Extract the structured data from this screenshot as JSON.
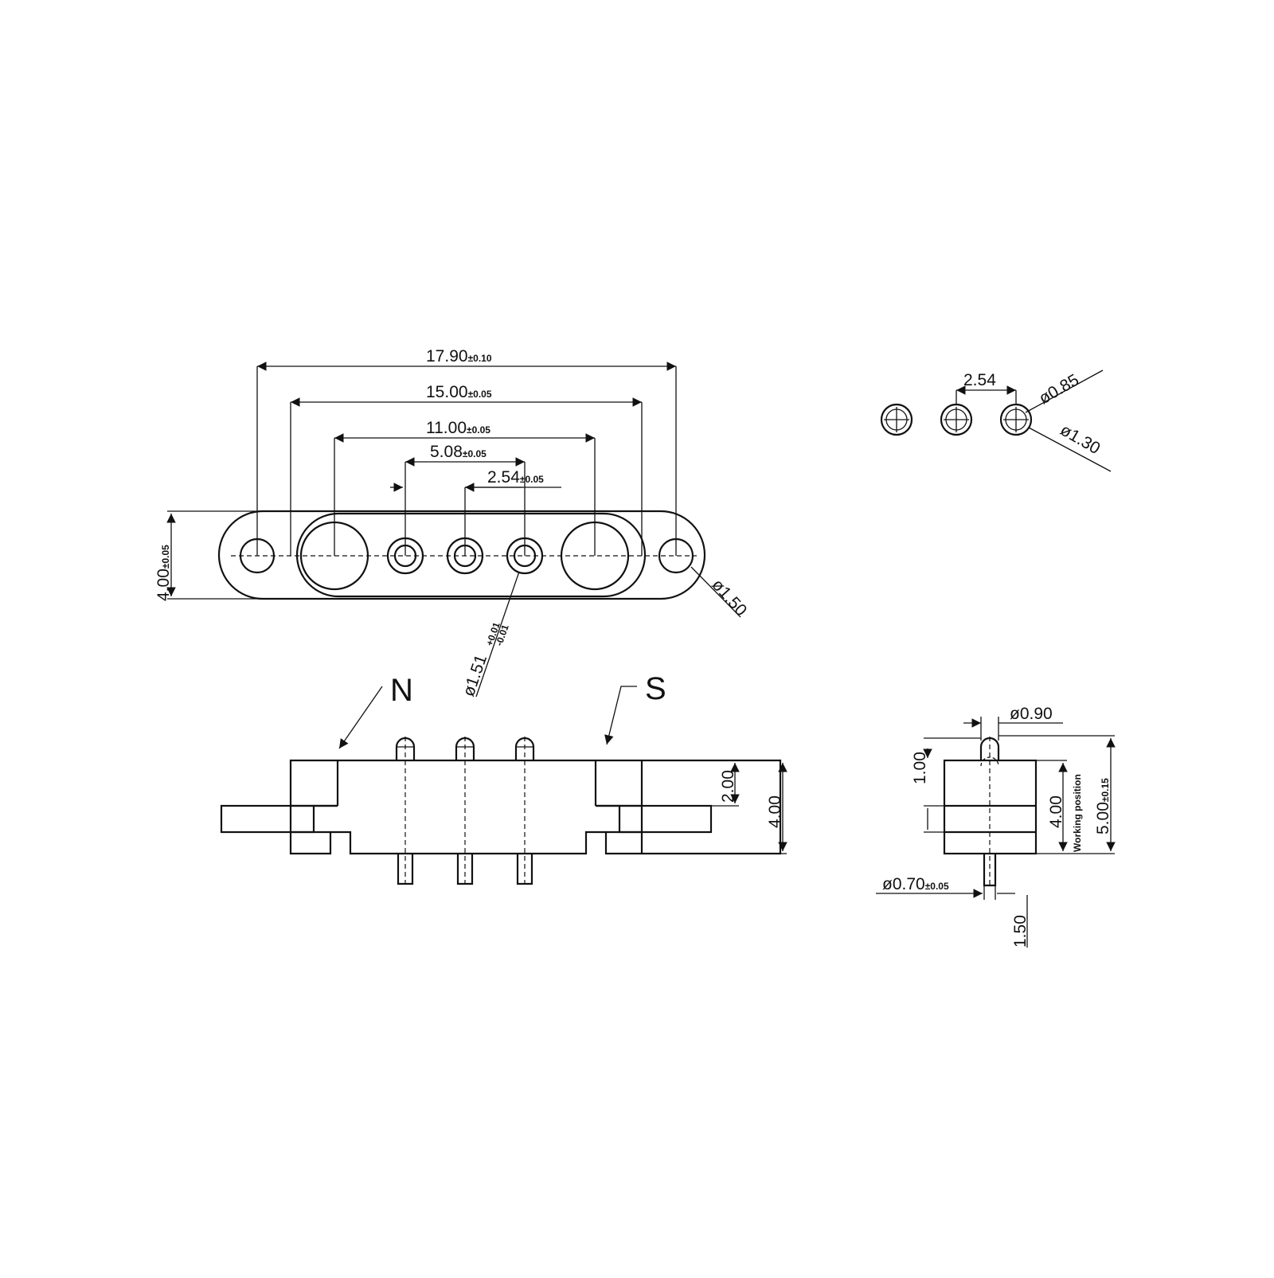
{
  "top_view": {
    "dim_overall": {
      "value": "17.90",
      "tol": "±0.10"
    },
    "dim_magnets": {
      "value": "15.00",
      "tol": "±0.05"
    },
    "dim_mag_centers": {
      "value": "11.00",
      "tol": "±0.05"
    },
    "dim_outer_pins": {
      "value": "5.08",
      "tol": "±0.05"
    },
    "dim_pitch": {
      "value": "2.54",
      "tol": "±0.05"
    },
    "dim_height": {
      "value": "4.00",
      "tol": "±0.05"
    },
    "dim_mount_hole": "ø1.50",
    "dim_pin_hole": {
      "value": "ø1.51",
      "tol_plus": "+0.01",
      "tol_minus": "-0.01"
    }
  },
  "front_view": {
    "label_north": "N",
    "label_south": "S",
    "dim_half_height": "2.00",
    "dim_total_height": "4.00"
  },
  "pin_detail": {
    "dim_pitch": "2.54",
    "dim_inner": "ø0.85",
    "dim_outer": "ø1.30"
  },
  "side_view": {
    "dim_tip": "ø0.90",
    "dim_stroke": "1.00",
    "dim_body": "4.00",
    "label_working": "Working position",
    "dim_total": {
      "value": "5.00",
      "tol": "±0.15"
    },
    "dim_tail": {
      "value": "ø0.70",
      "tol": "±0.05"
    },
    "dim_tail_len": "1.50"
  }
}
